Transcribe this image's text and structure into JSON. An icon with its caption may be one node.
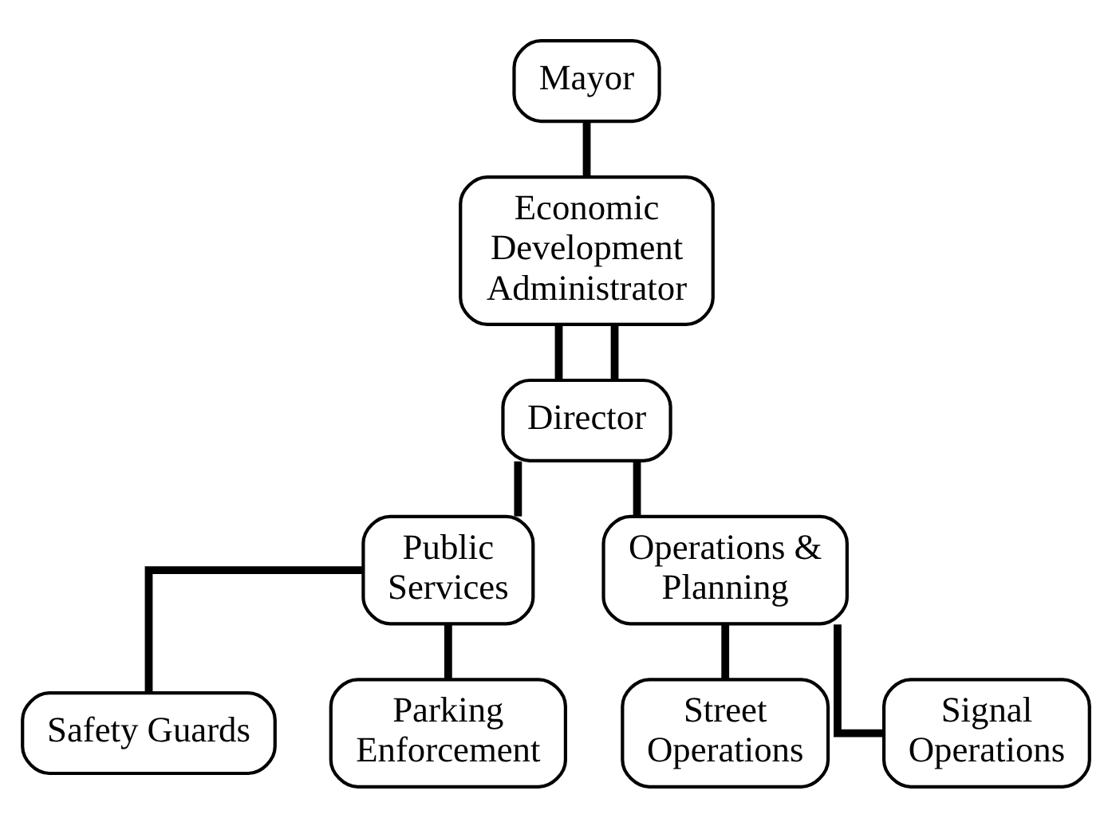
{
  "diagram": {
    "nodes": [
      {
        "text": [
          "Mayor"
        ]
      },
      {
        "text": [
          "Economic Development Administrator"
        ]
      },
      {
        "text": [
          "Director"
        ]
      },
      {
        "text": [
          "Public Services"
        ]
      },
      {
        "text": [
          "Operations & Planning"
        ]
      },
      {
        "text": [
          "Safety Guards"
        ]
      },
      {
        "text": [
          "Parking Enforcement"
        ]
      },
      {
        "text": [
          "Street Operations"
        ]
      },
      {
        "text": [
          "Signal Operations"
        ]
      }
    ],
    "edges": [
      {
        "from": 0,
        "to": 1,
        "arrow": "none"
      },
      {
        "from": 1,
        "to": 2,
        "arrow": "none"
      },
      {
        "from": 1,
        "to": 2,
        "arrow": "none"
      },
      {
        "from": 2,
        "to": 3,
        "arrow": "none"
      },
      {
        "from": 2,
        "to": 4,
        "arrow": "none"
      },
      {
        "from": 3,
        "to": 5,
        "arrow": "none"
      },
      {
        "from": 3,
        "to": 6,
        "arrow": "none"
      },
      {
        "from": 4,
        "to": 7,
        "arrow": "none"
      },
      {
        "from": 4,
        "to": 8,
        "arrow": "none"
      }
    ]
  }
}
